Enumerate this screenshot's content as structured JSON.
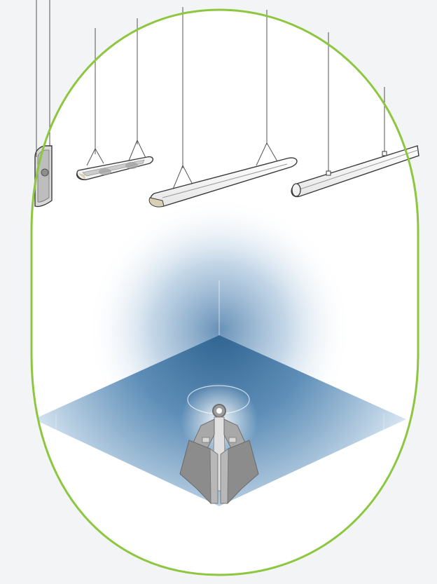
{
  "scene": {
    "subject": "pendant-luminaires-light-distribution",
    "colors": {
      "background": "#f3f4f5",
      "frame_fill": "#ffffff",
      "frame_stroke": "#8dc63f",
      "light_blue_dark": "#3f6f98",
      "light_blue_light": "#cfe0ee",
      "fixture_stroke": "#3a3a3a",
      "fixture_fill": "#ffffff",
      "fixture_lens": "#eeeeee",
      "fixture_gray": "#9a9a9a",
      "reflector_dark": "#7d7d7d",
      "reflector_mid": "#a6a6a6",
      "reflector_light": "#d7d7d7"
    },
    "elements": [
      "rounded-frame",
      "suspended-fixture-small-vertical",
      "suspended-fixture-compact",
      "suspended-fixture-long",
      "suspended-fixture-linear-tube",
      "light-distribution-floor-plane",
      "light-distribution-wall-planes",
      "reflector-diagram-icon"
    ]
  }
}
